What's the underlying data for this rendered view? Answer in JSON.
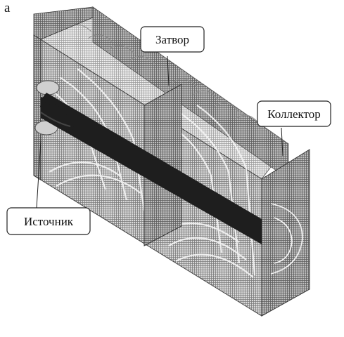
{
  "figure": {
    "panel_letter": "a",
    "labels": {
      "gate": "Затвор",
      "drain": "Коллектор",
      "source": "Источник"
    }
  }
}
